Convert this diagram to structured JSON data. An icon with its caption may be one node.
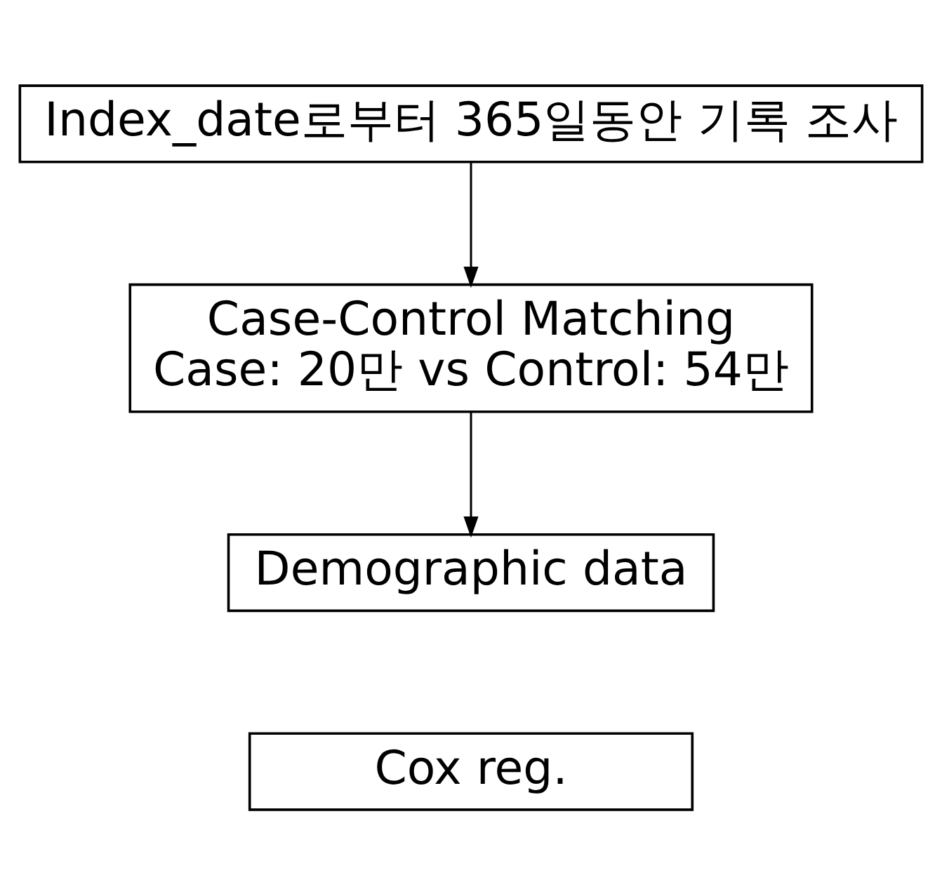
{
  "diagram": {
    "nodes": [
      {
        "text": [
          "Index_date로부터 365일동안 기록 조사"
        ]
      },
      {
        "text": [
          "Case-Control Matching",
          "Case: 20만 vs Control: 54만"
        ]
      },
      {
        "text": [
          "Demographic data"
        ]
      },
      {
        "text": [
          "Cox reg."
        ]
      }
    ],
    "edges": [
      {
        "from": 0,
        "to": 1,
        "arrow": "to"
      },
      {
        "from": 1,
        "to": 2,
        "arrow": "to"
      }
    ]
  }
}
